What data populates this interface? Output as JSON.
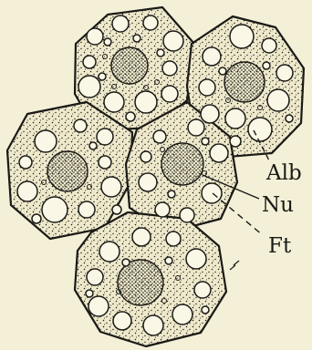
{
  "figure": {
    "labels": {
      "albumen": "Alb",
      "nucleus": "Nu",
      "fat": "Ft"
    },
    "colors": {
      "background": "#f4f0d8",
      "ink": "#1a1a16",
      "cell_fill": "#efe9cc"
    }
  }
}
